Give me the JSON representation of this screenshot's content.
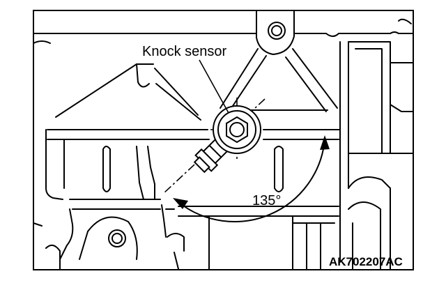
{
  "diagram": {
    "sensor_label": "Knock sensor",
    "angle_label": "135°",
    "figure_code": "AK702207AC"
  },
  "colors": {
    "line": "#000000",
    "background": "#ffffff"
  }
}
